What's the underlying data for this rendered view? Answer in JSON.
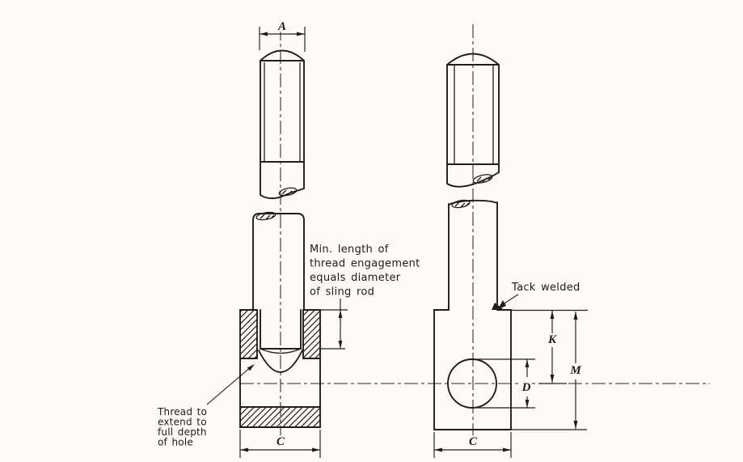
{
  "drawing": {
    "labels": {
      "a": "A",
      "c_front": "C",
      "c_side": "C",
      "d": "D",
      "k": "K",
      "m": "M"
    },
    "notes": {
      "engagement": {
        "lines": [
          "Min. length of",
          "thread engagement",
          "equals diameter",
          "of sling rod"
        ]
      },
      "tack_welded": "Tack welded",
      "thread_depth": {
        "lines": [
          "Thread to",
          "extend to",
          "full depth",
          "of hole"
        ]
      }
    }
  }
}
